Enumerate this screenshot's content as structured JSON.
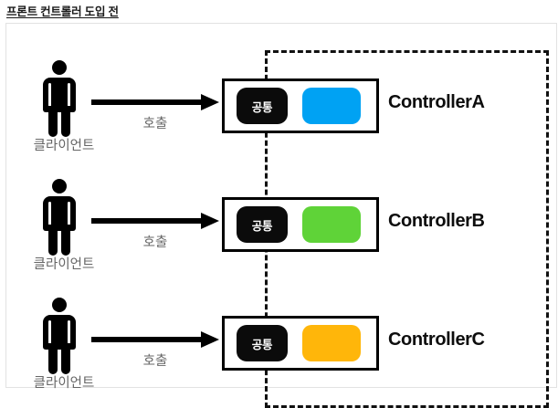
{
  "title": "프론트 컨트롤러 도입 전",
  "labels": {
    "client": "클라이언트",
    "call": "호출",
    "common_chip": "공통"
  },
  "colors": {
    "blue": "#00A2F3",
    "green": "#5FD338",
    "orange": "#FFB60A",
    "chip_common_bg": "#0b0b0b",
    "box_border": "#000000",
    "dashed_boundary": "#111111",
    "frame_border": "#e2e2e2",
    "muted_text": "#666666"
  },
  "rows": [
    {
      "client_label": "클라이언트",
      "call_label": "호출",
      "common_chip": "공통",
      "controller_name": "ControllerA",
      "accent": "#00A2F3"
    },
    {
      "client_label": "클라이언트",
      "call_label": "호출",
      "common_chip": "공통",
      "controller_name": "ControllerB",
      "accent": "#5FD338"
    },
    {
      "client_label": "클라이언트",
      "call_label": "호출",
      "common_chip": "공통",
      "controller_name": "ControllerC",
      "accent": "#FFB60A"
    }
  ]
}
